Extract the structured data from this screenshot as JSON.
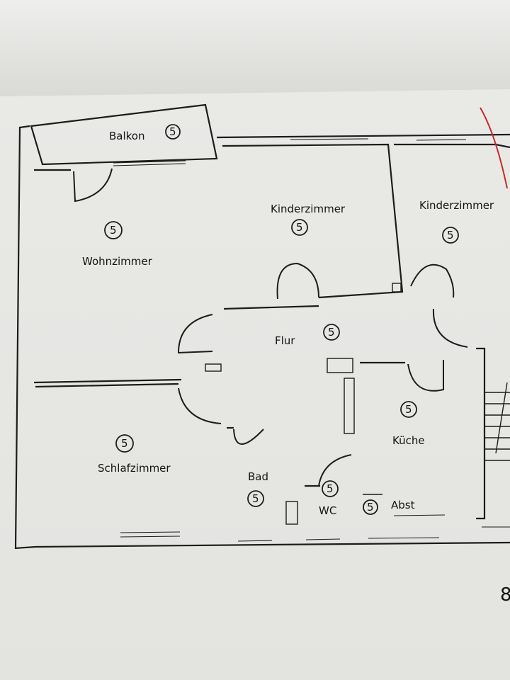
{
  "floorplan": {
    "rooms": {
      "balkon": {
        "name": "Balkon",
        "badge": "5"
      },
      "wohnzimmer": {
        "name": "Wohnzimmer",
        "badge": "5"
      },
      "kinderzimmer1": {
        "name": "Kinderzimmer",
        "badge": "5"
      },
      "kinderzimmer2": {
        "name": "Kinderzimmer",
        "badge": "5"
      },
      "flur": {
        "name": "Flur",
        "badge": "5"
      },
      "schlafzimmer": {
        "name": "Schlafzimmer",
        "badge": "5"
      },
      "bad": {
        "name": "Bad",
        "badge": "5"
      },
      "wc": {
        "name": "WC",
        "badge": "5"
      },
      "kueche": {
        "name": "Küche",
        "badge": "5"
      },
      "abst": {
        "name": "Abst",
        "badge": "5"
      }
    },
    "page_number": "8",
    "colors": {
      "paper": "#ebebe8",
      "line": "#1c1c1c",
      "annotation": "#c62a2a",
      "background": "#cfcfcd"
    }
  }
}
